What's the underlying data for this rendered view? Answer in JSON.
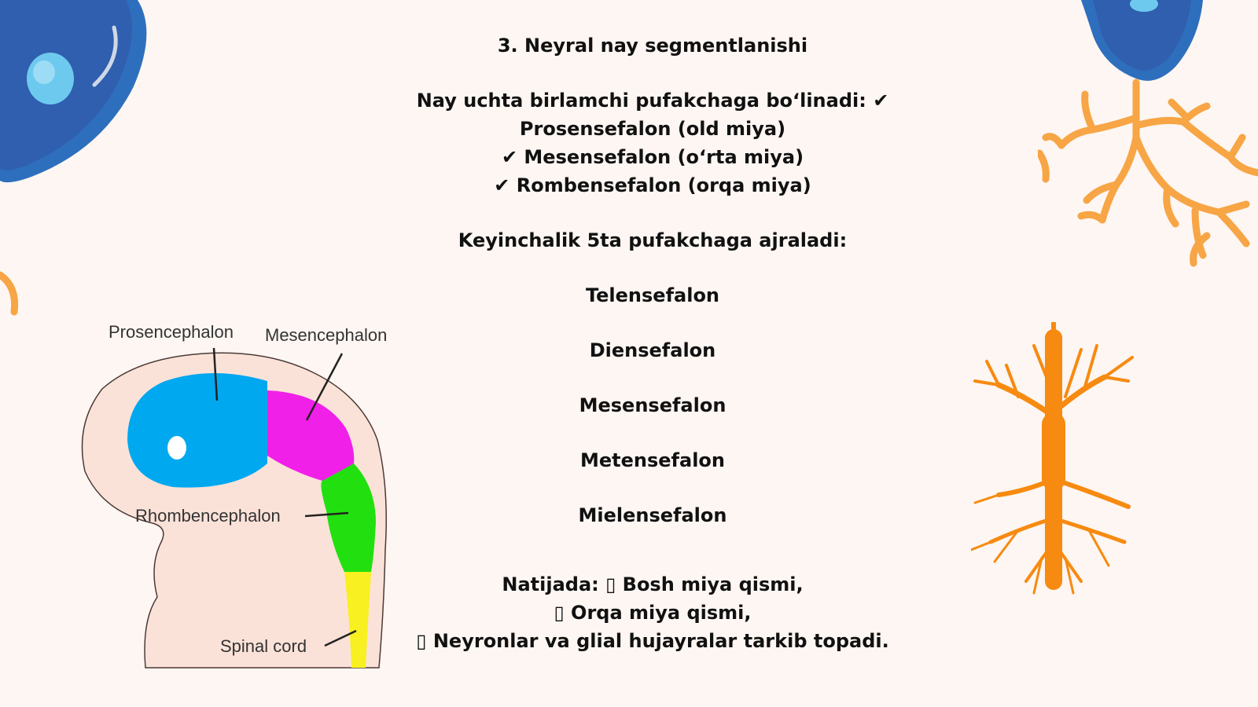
{
  "slide": {
    "title": "3. Neyral nay segmentlanishi",
    "primary_intro": "Nay uchta birlamchi pufakchaga bo‘linadi: ✔",
    "primary_1": "Prosensefalon (old miya)",
    "primary_2": "✔ Mesensefalon (o‘rta miya)",
    "primary_3": "✔ Rombensefalon (orqa miya)",
    "secondary_intro": "Keyinchalik 5ta pufakchaga ajraladi:",
    "secondary": [
      "Telensefalon",
      "Diensefalon",
      "Mesensefalon",
      "Metensefalon",
      "Mielensefalon"
    ],
    "result_1": "Natijada: ▯ Bosh miya qismi,",
    "result_2": "▯ Orqa miya qismi,",
    "result_3": "▯ Neyronlar va glial hujayralar tarkib topadi."
  },
  "diagram": {
    "labels": {
      "prosencephalon": "Prosencephalon",
      "mesencephalon": "Mesencephalon",
      "rhombencephalon": "Rhombencephalon",
      "spinal_cord": "Spinal cord"
    },
    "colors": {
      "prosencephalon": "#00a8f0",
      "mesencephalon": "#f020e8",
      "rhombencephalon": "#22e010",
      "spinal_cord": "#f8f020",
      "body": "#fbe2d8"
    }
  },
  "decorations": {
    "cell_blue": "#2f5fae",
    "cell_nucleus": "#6ec9ef",
    "dendrite_orange": "#f7a545",
    "tree_orange": "#f78a10"
  }
}
